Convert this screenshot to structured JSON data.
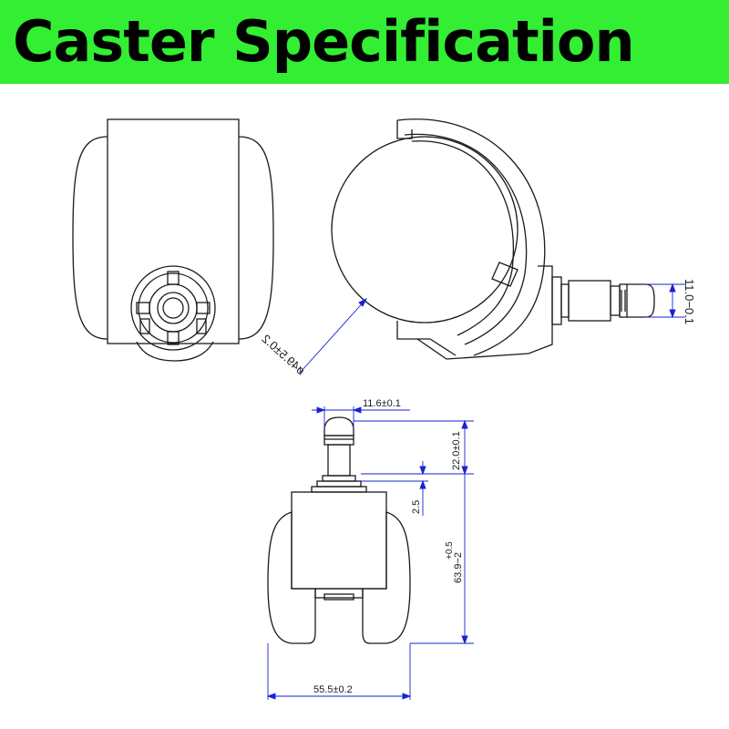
{
  "title": "Caster Specification",
  "colors": {
    "banner": "#33ee33",
    "outline": "#1a1a1a",
    "dimension": "#1a22d6"
  },
  "dimensions": {
    "wheel_diameter": "ø49.5±0.2",
    "stem_tip_diameter": "11.0−0.1",
    "stem_top_width": "11.6±0.1",
    "stem_length": "22.0±0.1",
    "collar_height": "2.5",
    "total_height_tol": "+0.5",
    "total_height": "63.9−2",
    "overall_width": "55.5±0.2"
  }
}
